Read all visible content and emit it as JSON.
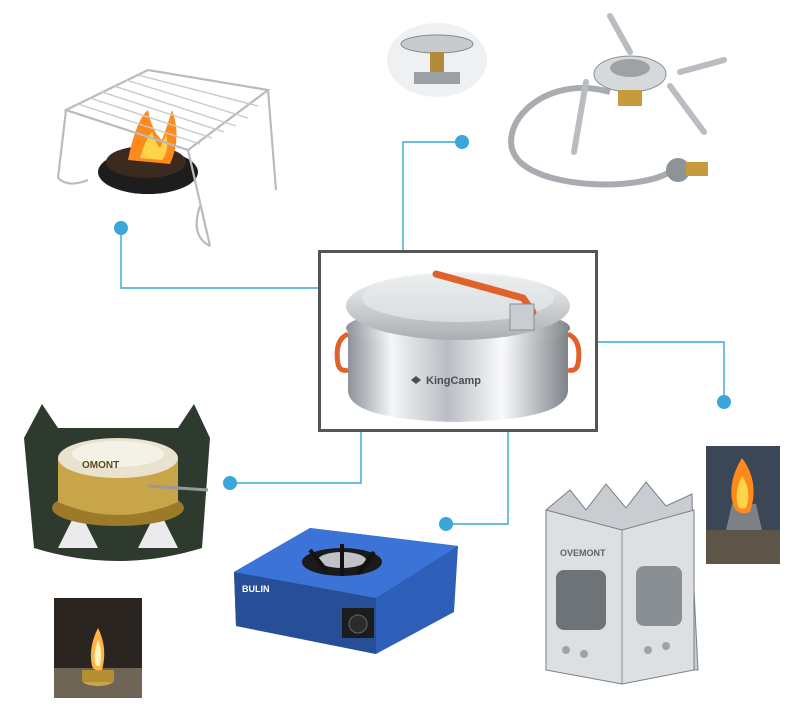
{
  "center_product": {
    "brand_label": "KingCamp"
  },
  "items": {
    "alcohol_stove": {
      "brand_label": "OMONT"
    },
    "wood_stove": {
      "brand_label": "OVEMONT"
    },
    "gas_stove": {
      "brand_label": "BULIN"
    }
  },
  "colors": {
    "connector": "#3aa6d9",
    "frame": "#555555",
    "steel": "#d7dadd",
    "handle": "#e0622a",
    "flame": "#ff8a1c",
    "gas_blue": "#2d5fb8"
  }
}
